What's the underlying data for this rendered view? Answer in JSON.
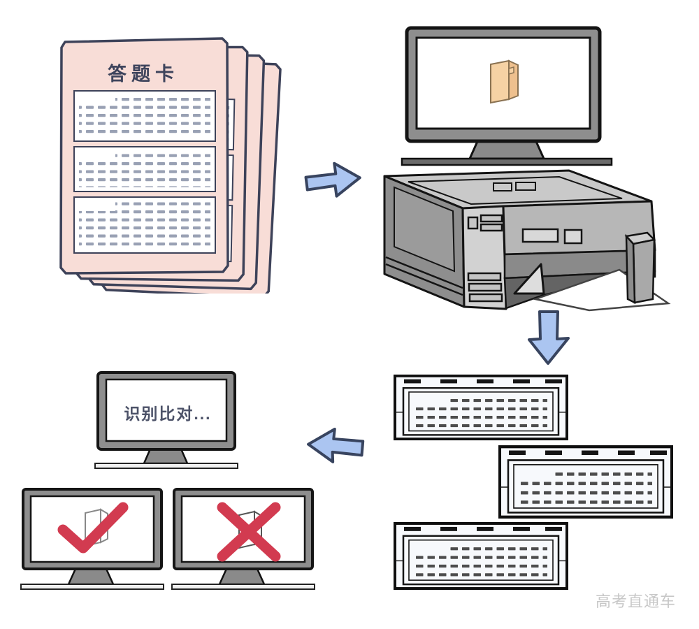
{
  "page": {
    "background": "#ffffff",
    "watermark": {
      "text": "高考直通车",
      "color": "#c7c7c7"
    }
  },
  "flow": {
    "step1_answer_sheets": {
      "title": "答题卡",
      "icon": "stack-of-pink-answer-sheets",
      "sheet_color": "#f8ddd7",
      "outline_color": "#3d4259",
      "dash_color": "#99a1b4"
    },
    "step2_scanning": {
      "monitor_icon": "folder-icon",
      "device_icon": "scanner-printer",
      "folder_color": "#f6d2a4",
      "monitor_color": "#8e8e8e"
    },
    "step3_scanned_cards": {
      "card_count": 3,
      "card_color": "#f7f9fc",
      "ink_color": "#151515"
    },
    "step4_recognition": {
      "status_text": "识别比对...",
      "text_color": "#4c5268"
    },
    "step5_results": {
      "pass_icon": "red-checkmark",
      "fail_icon": "red-cross",
      "accent_color": "#d23b50"
    },
    "arrows": {
      "fill": "#abc5f1",
      "stroke": "#38445f",
      "directions": [
        "right",
        "down",
        "left"
      ]
    }
  }
}
